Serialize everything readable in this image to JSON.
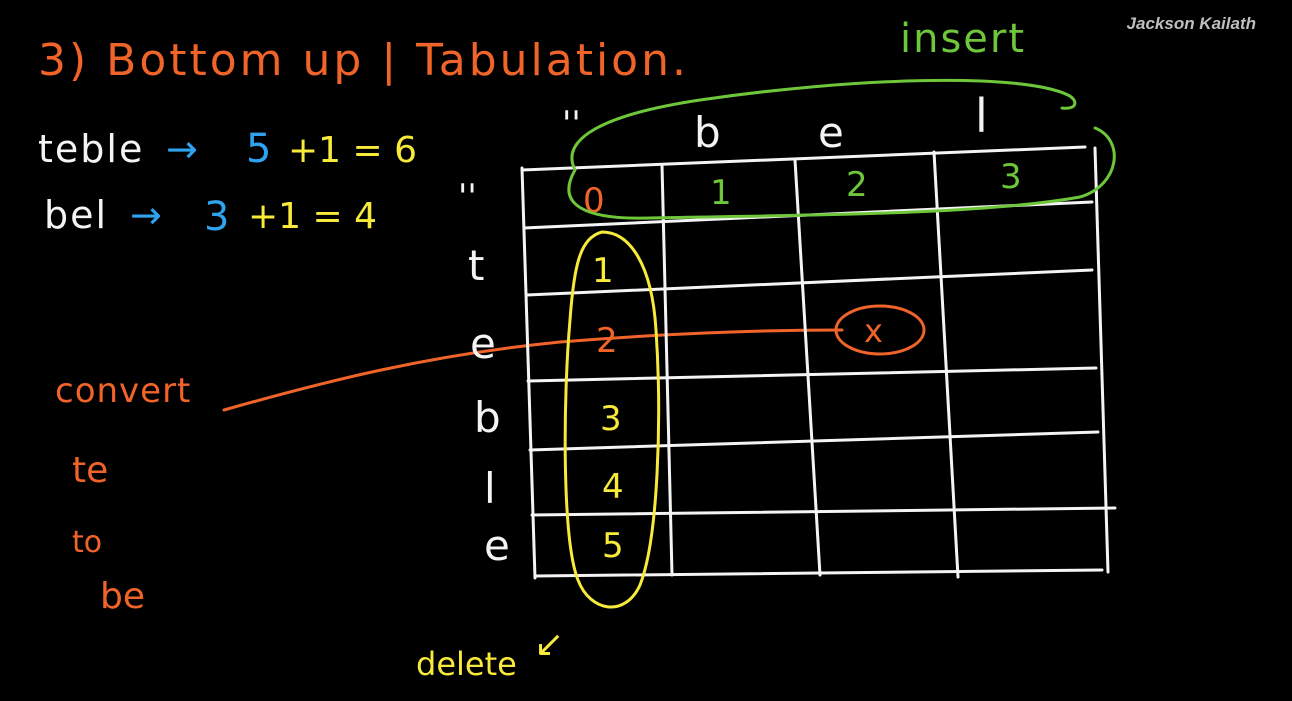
{
  "watermark": "Jackson Kailath",
  "title": "3) Bottom up | Tabulation.",
  "example": {
    "line1": {
      "word": "teble",
      "arrow": "→",
      "n": "5",
      "plus": "+1 = 6"
    },
    "line2": {
      "word": "bel",
      "arrow": "→",
      "n": "3",
      "plus": "+1 = 4"
    }
  },
  "annotations": {
    "insert": "insert",
    "delete": "delete",
    "convert": "convert",
    "te": "te",
    "to": "to",
    "be": "be",
    "cross": "x",
    "delete_arrow": "↙"
  },
  "table": {
    "col_headers": [
      "''",
      "b",
      "e",
      "l"
    ],
    "row_headers": [
      "''",
      "t",
      "e",
      "b",
      "l",
      "e"
    ],
    "first_row": [
      "0",
      "1",
      "2",
      "3"
    ],
    "first_col": [
      "1",
      "2",
      "3",
      "4",
      "5"
    ]
  },
  "colors": {
    "background": "#000000",
    "chalk": "#f4f4f4",
    "orange": "#f0642a",
    "yellow": "#f7ea3a",
    "blue": "#2fa3f0",
    "green": "#6ec63a"
  }
}
